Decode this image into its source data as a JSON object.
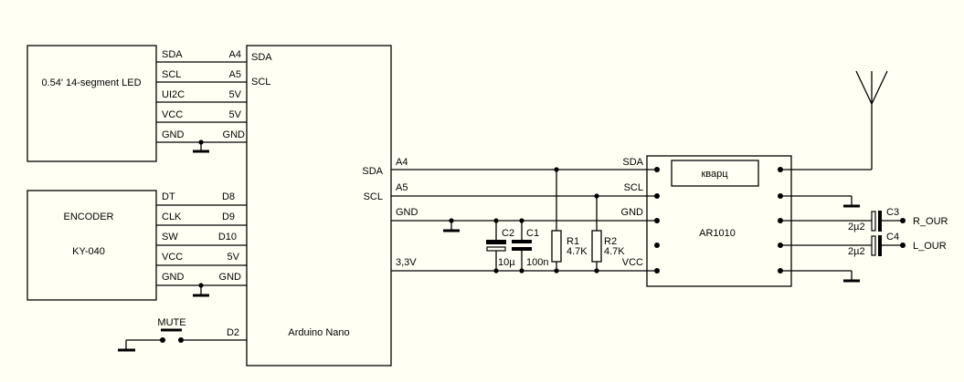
{
  "title": "Arduino Nano FM radio schematic (AR1010)",
  "colors": {
    "background": "#fffff4",
    "ink": "#000000"
  },
  "led_module": {
    "label": "0.54' 14-segment LED",
    "pins": [
      {
        "module": "SDA",
        "nano": "A4"
      },
      {
        "module": "SCL",
        "nano": "A5"
      },
      {
        "module": "UI2C",
        "nano": "5V"
      },
      {
        "module": "VCC",
        "nano": "5V"
      },
      {
        "module": "GND",
        "nano": "GND"
      }
    ]
  },
  "encoder": {
    "label1": "ENCODER",
    "label2": "KY-040",
    "pins": [
      {
        "module": "DT",
        "nano": "D8"
      },
      {
        "module": "CLK",
        "nano": "D9"
      },
      {
        "module": "SW",
        "nano": "D10"
      },
      {
        "module": "VCC",
        "nano": "5V"
      },
      {
        "module": "GND",
        "nano": "GND"
      }
    ]
  },
  "nano": {
    "label": "Arduino Nano",
    "left_pins": [
      "SDA",
      "SCL"
    ],
    "right_pins": [
      "SDA",
      "SCL"
    ],
    "d2": "D2"
  },
  "mute": {
    "label": "MUTE"
  },
  "bus": {
    "nets": [
      "A4",
      "A5",
      "GND",
      "3,3V"
    ]
  },
  "components": {
    "c2": {
      "name": "C2",
      "value": "10µ"
    },
    "c1": {
      "name": "C1",
      "value": "100n"
    },
    "r1": {
      "name": "R1",
      "value": "4.7K"
    },
    "r2": {
      "name": "R2",
      "value": "4.7K"
    },
    "c3": {
      "name": "C3",
      "value": "2µ2"
    },
    "c4": {
      "name": "C4",
      "value": "2µ2"
    }
  },
  "ar1010": {
    "label": "AR1010",
    "crystal": "кварц",
    "left_pins": [
      "SDA",
      "SCL",
      "GND",
      "",
      "VCC"
    ]
  },
  "outputs": {
    "right": "R_OUR",
    "left": "L_OUR"
  }
}
